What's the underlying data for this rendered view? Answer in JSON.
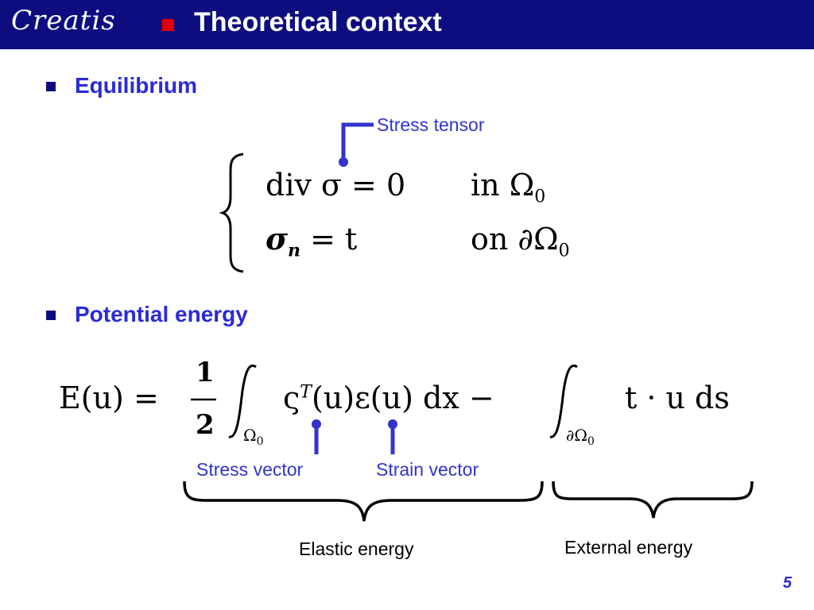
{
  "header": {
    "logo_text": "Creatis",
    "title": "Theoretical context"
  },
  "sections": {
    "equilibrium": {
      "heading": "Equilibrium",
      "annotation": "Stress tensor",
      "eq1": {
        "lhs": "div σ = 0",
        "domain": "in Ω",
        "domain_sub": "0"
      },
      "eq2": {
        "lhs_sym": "σ",
        "lhs_sub": "n",
        "lhs_rest": "= t",
        "domain": "on ∂Ω",
        "domain_sub": "0"
      }
    },
    "potential_energy": {
      "heading": "Potential energy",
      "formula": {
        "lhs": "E(u) =",
        "frac_num": "1",
        "frac_den": "2",
        "int1_sub": "Ω",
        "int1_sub_index": "0",
        "integrand1": "ς",
        "integrand1_sup": "T",
        "integrand1_rest": "(u)ε(u) dx −",
        "int2_sub": "∂Ω",
        "int2_sub_index": "0",
        "integrand2": "t · u ds"
      },
      "annotations": {
        "stress_vector": "Stress vector",
        "strain_vector": "Strain vector",
        "elastic_energy": "Elastic energy",
        "external_energy": "External energy"
      }
    }
  },
  "footer": {
    "page_number": "5"
  },
  "colors": {
    "header_bg": "#0d0d80",
    "accent_red": "#e00000",
    "heading_blue": "#2a2ad8",
    "annotation_blue": "#3333cc"
  }
}
